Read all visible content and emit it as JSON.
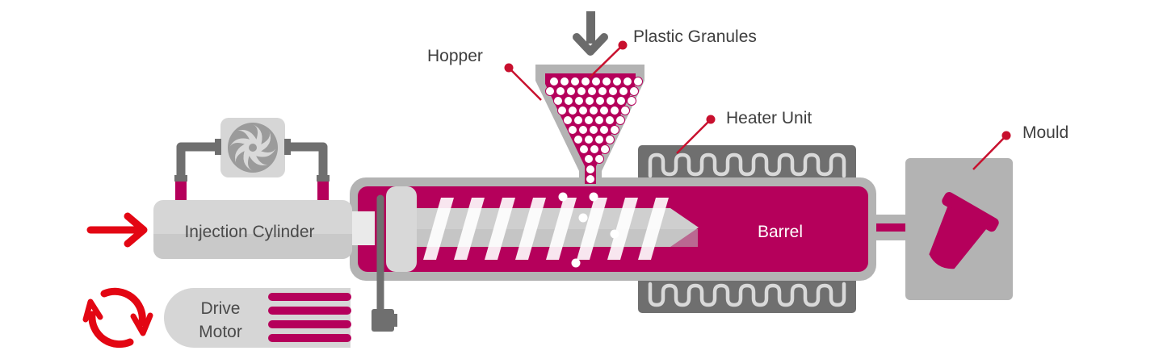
{
  "labels": {
    "hopper": "Hopper",
    "plastic_granules": "Plastic Granules",
    "heater_unit": "Heater Unit",
    "mould": "Mould",
    "injection_cylinder": "Injection Cylinder",
    "barrel": "Barrel",
    "drive_motor_line1": "Drive",
    "drive_motor_line2": "Motor"
  },
  "colors": {
    "magenta": "#b5005b",
    "red": "#e30613",
    "dark_gray": "#6f6f6f",
    "mid_gray": "#b3b3b3",
    "light_gray": "#d6d6d6",
    "pale_gray": "#e6e6e6"
  },
  "icons": [
    "arrow-down-icon",
    "arrow-right-icon",
    "rotate-arrows-icon",
    "fan-icon"
  ]
}
